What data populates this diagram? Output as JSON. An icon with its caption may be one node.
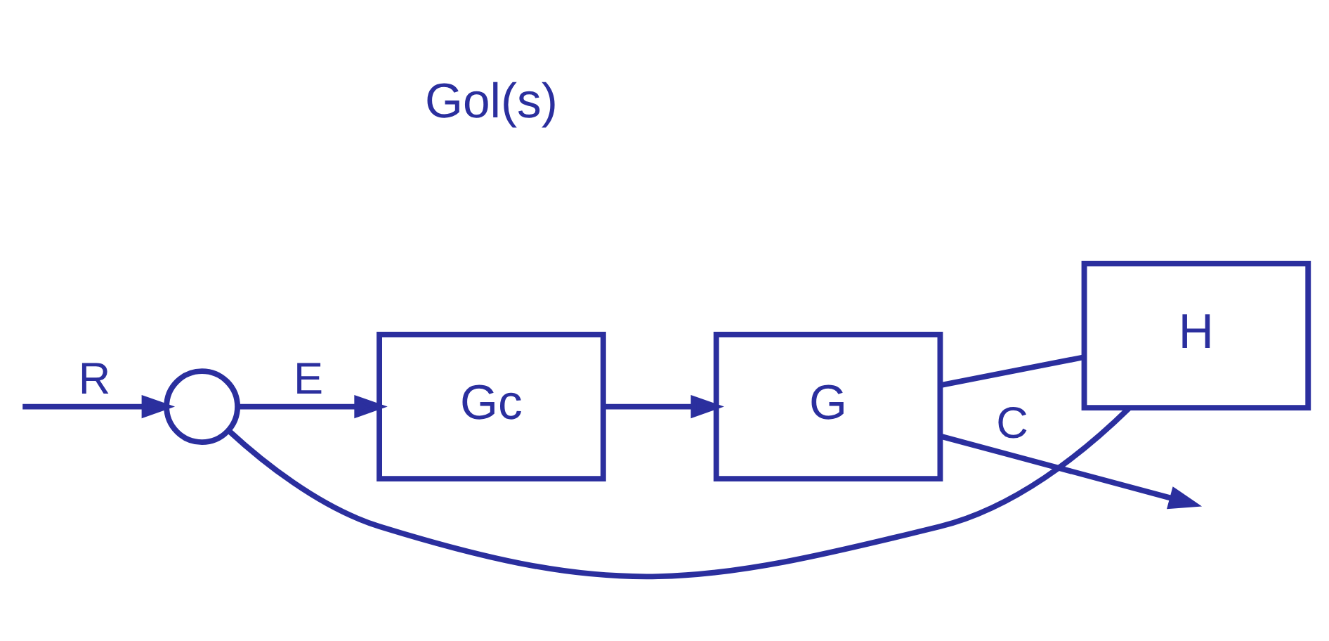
{
  "diagram": {
    "nodes": [
      {
        "text": [],
        "shape": "circle"
      },
      {
        "text": [
          "Gc"
        ]
      },
      {
        "text": [
          "G"
        ]
      },
      {
        "text": [
          "H"
        ]
      }
    ],
    "edges": [
      {
        "from": null,
        "to": 0,
        "arrow": "to",
        "label": "R"
      },
      {
        "from": 0,
        "to": 1,
        "arrow": "to",
        "label": "E"
      },
      {
        "from": 1,
        "to": 2,
        "arrow": "to"
      },
      {
        "from": 2,
        "to": null,
        "arrow": "to",
        "label": "C"
      },
      {
        "from": 2,
        "to": 3,
        "arrow": "none"
      },
      {
        "from": 3,
        "to": 0,
        "arrow": "none"
      }
    ],
    "labels": [
      "Gol(s)"
    ]
  }
}
